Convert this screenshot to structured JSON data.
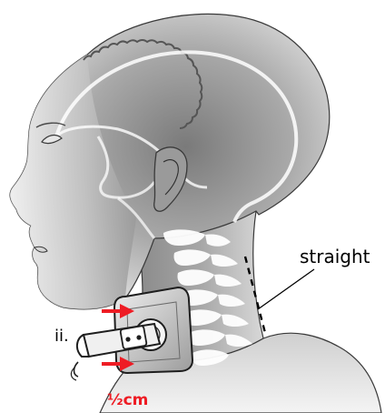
{
  "labels": {
    "straight": "straight",
    "step": "ii.",
    "gap": "½cm"
  },
  "colors": {
    "arrow": "#ee1c24",
    "gap_label": "#ee1c24",
    "outline": "#1e1e1e",
    "skin_light": "#f4f4f4",
    "skin_dark": "#7d7d7d",
    "bone": "#ffffff"
  },
  "icons": {
    "collar": "cervical-collar",
    "arrows": "push-arrow"
  }
}
